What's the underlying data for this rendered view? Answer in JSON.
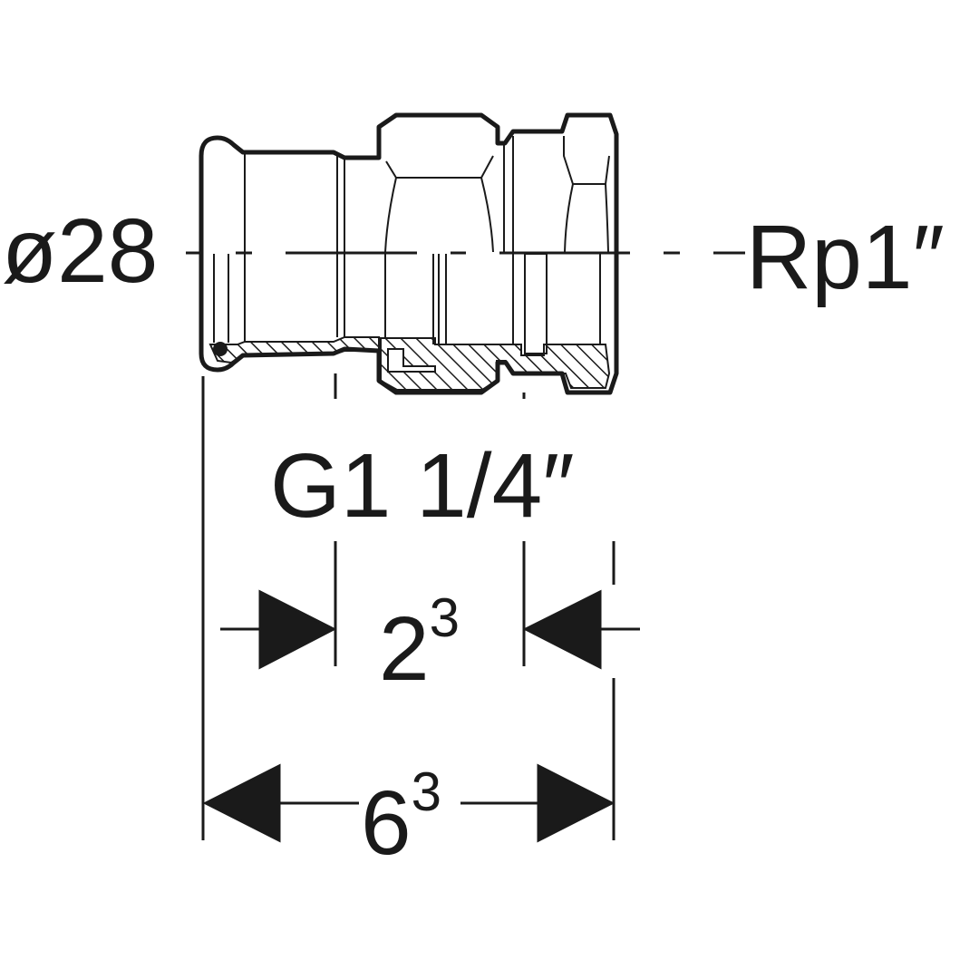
{
  "labels": {
    "pipe_diameter": "ø28",
    "female_thread": "Rp1″",
    "male_thread": "G1 1/4″",
    "dim_inner_base": "2",
    "dim_inner_exp": "3",
    "dim_total_base": "6",
    "dim_total_exp": "3"
  },
  "colors": {
    "ink": "#1a1a1a",
    "background": "#ffffff"
  }
}
